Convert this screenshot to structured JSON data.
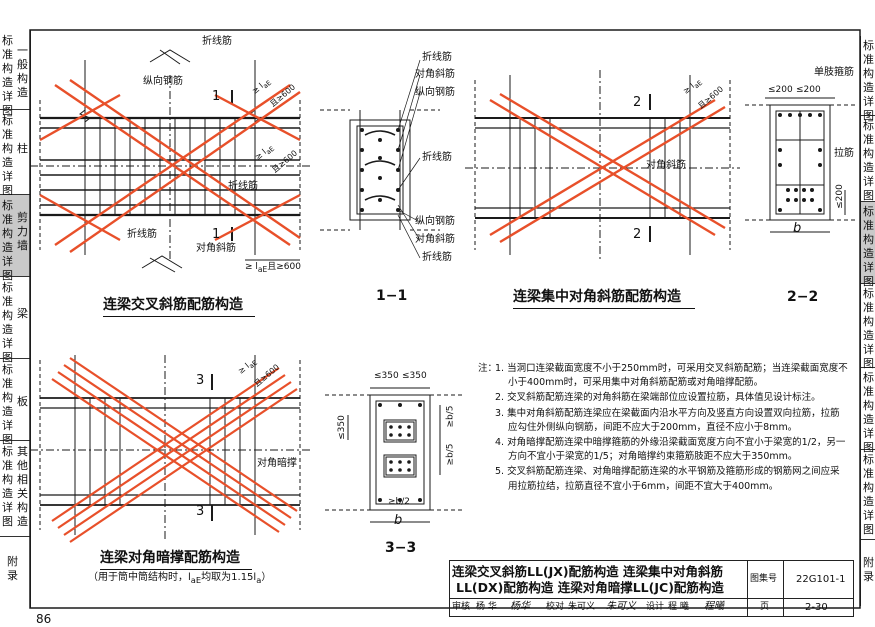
{
  "left_tabs": [
    {
      "main": "标准构造详图",
      "sub": "一般构造"
    },
    {
      "main": "标准构造详图",
      "sub": "柱"
    },
    {
      "main": "标准构造详图",
      "sub": "剪力墙"
    },
    {
      "main": "标准构造详图",
      "sub": "梁"
    },
    {
      "main": "标准构造详图",
      "sub": "板"
    },
    {
      "main": "标准构造详图",
      "sub": "其他相关构造"
    },
    {
      "main": "附录",
      "sub": ""
    }
  ],
  "right_tabs": [
    "标准构造详图",
    "标准构造详图",
    "标准构造详图",
    "标准构造详图",
    "标准构造详图",
    "标准构造详图",
    "附录"
  ],
  "page_number": "86",
  "diagram_labels": {
    "zhexianjin": "折线筋",
    "zongxiang": "纵向钢筋",
    "duijiao": "对角斜筋",
    "anchor_top": "≥ l",
    "anchor_sub": "aE",
    "anchor_tail": "且≥600",
    "section_1": "1",
    "section_2": "2",
    "section_3": "3",
    "zhijin": "单肢箍筋",
    "lajin": "拉筋",
    "duijiao_anchen": "对角暗撑",
    "b": "b",
    "dim_200_a": "≤200",
    "dim_200_b": "≤200",
    "dim_200_c": "≤200",
    "dim_350_a": "≤350",
    "dim_350_b": "≤350",
    "dim_350_c": "≤350",
    "dim_b5": "≥b/5",
    "dim_b2": "≥b/2"
  },
  "titles": {
    "jx": "连梁交叉斜筋配筋构造",
    "sec11": "1−1",
    "dx": "连梁集中对角斜筋配筋构造",
    "sec22": "2−2",
    "jc": "连梁对角暗撑配筋构造",
    "jc_note": "（用于筒中筒结构时，l",
    "jc_note_sub": "aE",
    "jc_note_mid": "均取为1.15l",
    "jc_note_sub2": "a",
    "jc_note_end": "）",
    "sec33": "3−3"
  },
  "notes": {
    "header": "注：",
    "items": [
      "1. 当洞口连梁截面宽度不小于250mm时，可采用交叉斜筋配筋；当连梁截面宽度不小于400mm时，可采用集中对角斜筋配筋或对角暗撑配筋。",
      "2. 交叉斜筋配筋连梁的对角斜筋在梁端部位应设置拉筋，具体值见设计标注。",
      "3. 集中对角斜筋配筋连梁应在梁截面内沿水平方向及竖直方向设置双向拉筋，拉筋应勾住外侧纵向钢筋，间距不应大于200mm，直径不应小于8mm。",
      "4. 对角暗撑配筋连梁中暗撑箍筋的外缘沿梁截面宽度方向不宜小于梁宽的1/2，另一方向不宜小于梁宽的1/5；对角暗撑约束箍筋肢距不应大于350mm。",
      "5. 交叉斜筋配筋连梁、对角暗撑配筋连梁的水平钢筋及箍筋形成的钢筋网之间应采用拉筋拉结，拉筋直径不宜小于6mm，间距不宜大于400mm。"
    ]
  },
  "title_block": {
    "line1": "连梁交叉斜筋LL(JX)配筋构造   连梁集中对角斜筋",
    "line2": "LL(DX)配筋构造   连梁对角暗撑LL(JC)配筋构造",
    "atlas_label": "图集号",
    "atlas_no": "22G101-1",
    "page_label": "页",
    "page_no": "2-30",
    "review_label": "审核",
    "reviewer": "杨 华",
    "review_sign": "杨华",
    "check_label": "校对",
    "checker": "朱可义",
    "check_sign": "朱可义",
    "design_label": "设计",
    "designer": "程 曦",
    "design_sign": "程曦"
  },
  "colors": {
    "rebar_cross": "#e8502a",
    "line": "#1a1a1a",
    "tab_active": "#c9c9c9"
  }
}
